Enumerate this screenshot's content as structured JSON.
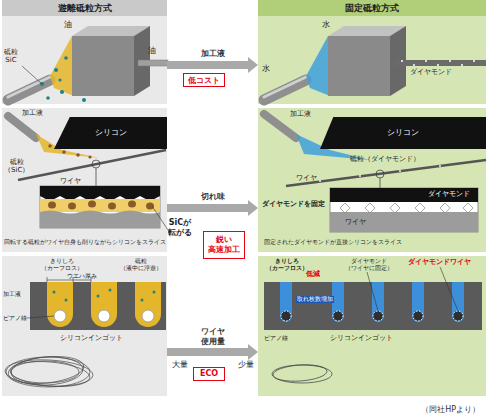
{
  "diagram": {
    "caption": "（同社HPより）",
    "nodes": [
      {
        "text": [
          "遊離砥粒方式"
        ]
      },
      {
        "text": [
          "固定砥粒方式"
        ]
      },
      {
        "text": [
          "シリコン"
        ],
        "in": 0
      },
      {
        "text": [
          "シリコン"
        ],
        "in": 1
      },
      {
        "text": [
          "低コスト"
        ]
      },
      {
        "text": [
          "鋭い 高速加工"
        ]
      },
      {
        "text": [
          "ECO"
        ]
      }
    ],
    "edges": [
      {
        "from": 0,
        "to": 1,
        "arrow": "to",
        "label": "加工液"
      },
      {
        "from": 0,
        "to": 1,
        "arrow": "to",
        "label": "切れ味"
      },
      {
        "from": 0,
        "to": 1,
        "arrow": "to",
        "label": "ワイヤ 使用量"
      }
    ],
    "labels": [
      "油",
      "砥粒 SiC",
      "油",
      "水",
      "水",
      "ダイヤモンド",
      "加工液",
      "砥粒 （SiC）",
      "ワイヤ",
      "SiCが 転がる",
      "回転する砥粒がワイヤ自身も削りながらシリコンをスライス",
      "加工液",
      "ワイヤ",
      "砥粒（ダイヤモンド）",
      "ダイヤモンドを固定",
      "ダイヤモンド",
      "ワイヤ",
      "固定されたダイヤモンドが直接シリコンをスライス",
      "きりしろ （カーフロス）",
      "ウエハ厚み",
      "砥粒 （液中に浮遊）",
      "加工液",
      "ピアノ線",
      "シリコンインゴット",
      "大量",
      "少量",
      "きりしろ （カーフロス）",
      "低減",
      "ダイヤモンドワイヤ",
      "取れ枚数増加",
      "ダイヤモンド （ワイヤに固定）",
      "ピアノ線",
      "シリコンインゴット"
    ]
  }
}
